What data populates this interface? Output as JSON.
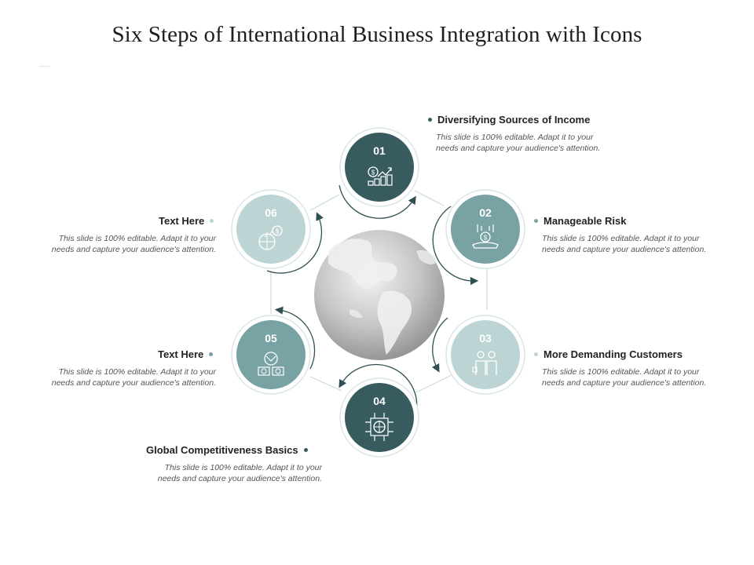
{
  "title": "Six Steps of International Business Integration with Icons",
  "steps": [
    {
      "num": "01",
      "label": "Diversifying Sources of Income",
      "desc_l1": "This slide is 100% editable. Adapt it to your",
      "desc_l2": "needs and capture your audience's attention.",
      "icon": "money-growth-icon",
      "color": "#375b5e"
    },
    {
      "num": "02",
      "label": "Manageable Risk",
      "desc_l1": "This slide is 100% editable. Adapt it to your",
      "desc_l2": "needs and capture your audience's attention.",
      "icon": "money-hand-icon",
      "color": "#79a2a4"
    },
    {
      "num": "03",
      "label": "More Demanding Customers",
      "desc_l1": "This slide is 100% editable. Adapt it to your",
      "desc_l2": "needs and capture your audience's attention.",
      "icon": "customers-icon",
      "color": "#bdd4d4"
    },
    {
      "num": "04",
      "label": "Global Competitiveness Basics",
      "desc_l1": "This slide is 100% editable. Adapt it to your",
      "desc_l2": "needs and capture your audience's attention.",
      "icon": "globe-network-icon",
      "color": "#375b5e"
    },
    {
      "num": "05",
      "label": "Text Here",
      "desc_l1": "This slide is 100% editable. Adapt it to your",
      "desc_l2": "needs and capture your audience's attention.",
      "icon": "money-exchange-icon",
      "color": "#79a2a4"
    },
    {
      "num": "06",
      "label": "Text Here",
      "desc_l1": "This slide is 100% editable. Adapt it to your",
      "desc_l2": "needs and capture your audience's attention.",
      "icon": "global-money-icon",
      "color": "#bdd4d4"
    }
  ]
}
